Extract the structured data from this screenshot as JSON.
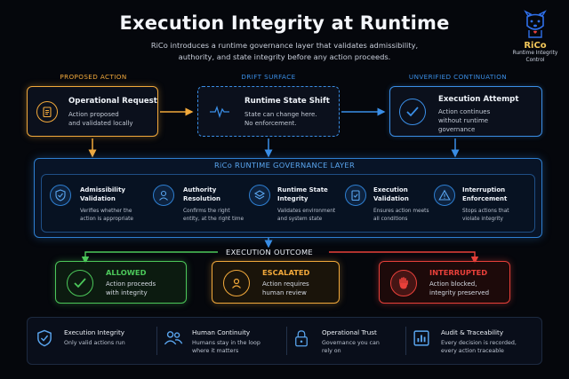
{
  "header": {
    "title": "Execution Integrity at Runtime",
    "subtitle_line1": "RiCo introduces a runtime governance layer that validates admissibility,",
    "subtitle_line2": "authority, and state integrity before any action proceeds."
  },
  "logo": {
    "name": "RiCo",
    "tagline_line1": "Runtime Integrity",
    "tagline_line2": "Control"
  },
  "top_row": [
    {
      "section": "PROPOSED ACTION",
      "title": "Operational Request",
      "text_line1": "Action proposed",
      "text_line2": "and validated locally",
      "icon": "clipboard-icon",
      "color": "#f2a93b"
    },
    {
      "section": "DRIFT SURFACE",
      "title": "Runtime State Shift",
      "text_line1": "State can change here.",
      "text_line2": "No enforcement.",
      "icon": "pulse-icon",
      "color": "#3a8ee6"
    },
    {
      "section": "UNVERIFIED CONTINUATION",
      "title": "Execution Attempt",
      "text_line1": "Action continues",
      "text_line2": "without runtime",
      "text_line3": "governance",
      "icon": "check-circle-icon",
      "color": "#3a8ee6"
    }
  ],
  "layer": {
    "title": "RiCo RUNTIME GOVERNANCE LAYER",
    "items": [
      {
        "title_line1": "Admissibility",
        "title_line2": "Validation",
        "text_line1": "Verifies whether the",
        "text_line2": "action is appropriate",
        "icon": "shield-check-icon"
      },
      {
        "title_line1": "Authority",
        "title_line2": "Resolution",
        "text_line1": "Confirms the right",
        "text_line2": "entity, at the right time",
        "icon": "user-icon"
      },
      {
        "title_line1": "Runtime State",
        "title_line2": "Integrity",
        "text_line1": "Validates environment",
        "text_line2": "and system state",
        "icon": "layers-icon"
      },
      {
        "title_line1": "Execution",
        "title_line2": "Validation",
        "text_line1": "Ensures action meets",
        "text_line2": "all conditions",
        "icon": "clipboard-check-icon"
      },
      {
        "title_line1": "Interruption",
        "title_line2": "Enforcement",
        "text_line1": "Stops actions that",
        "text_line2": "violate integrity",
        "icon": "warning-icon"
      }
    ]
  },
  "outcome": {
    "title": "EXECUTION OUTCOME",
    "items": [
      {
        "label": "ALLOWED",
        "text_line1": "Action proceeds",
        "text_line2": "with integrity",
        "icon": "check-icon",
        "color": "#4cc85a"
      },
      {
        "label": "ESCALATED",
        "text_line1": "Action requires",
        "text_line2": "human review",
        "icon": "person-icon",
        "color": "#f2a93b"
      },
      {
        "label": "INTERRUPTED",
        "text_line1": "Action blocked,",
        "text_line2": "integrity preserved",
        "icon": "hand-stop-icon",
        "color": "#e8403a"
      }
    ]
  },
  "footer": [
    {
      "title": "Execution Integrity",
      "text_line1": "Only valid actions run",
      "text_line2": "",
      "icon": "shield-check-icon"
    },
    {
      "title": "Human Continuity",
      "text_line1": "Humans stay in the loop",
      "text_line2": "where it matters",
      "icon": "people-icon"
    },
    {
      "title": "Operational Trust",
      "text_line1": "Governance you can",
      "text_line2": "rely on",
      "icon": "lock-icon"
    },
    {
      "title": "Audit & Traceability",
      "text_line1": "Every decision is recorded,",
      "text_line2": "every action traceable",
      "icon": "bar-chart-icon"
    }
  ]
}
